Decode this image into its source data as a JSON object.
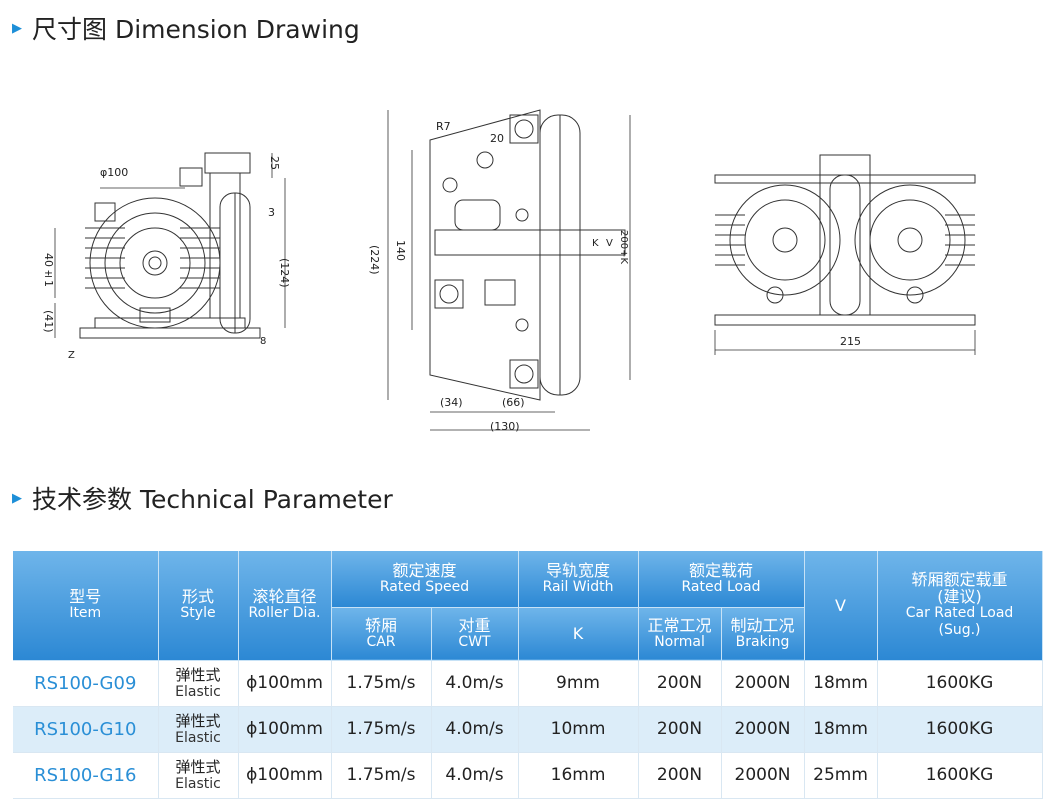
{
  "section1": {
    "marker": "▶",
    "title": "尺寸图 Dimension Drawing"
  },
  "section2": {
    "marker": "▶",
    "title": "技术参数 Technical Parameter"
  },
  "drawing_a": {
    "roller_label": "φ100",
    "dim_25": "25",
    "dim_3": "3",
    "dim_124": "(124)",
    "dim_40": "40±1",
    "dim_41": "(41)",
    "dim_8": "8",
    "dim_z": "Z"
  },
  "drawing_b": {
    "dim_r7": "R7",
    "dim_20": "20",
    "dim_224": "(224)",
    "dim_140": "140",
    "dim_k": "K",
    "dim_v": "V",
    "dim_200k": "200+K",
    "dim_34": "(34)",
    "dim_66": "(66)",
    "dim_130": "(130)"
  },
  "drawing_c": {
    "dim_215": "215"
  },
  "table": {
    "headers": {
      "item_zh": "型号",
      "item_en": "Item",
      "style_zh": "形式",
      "style_en": "Style",
      "roller_zh": "滚轮直径",
      "roller_en": "Roller Dia.",
      "speed_zh": "额定速度",
      "speed_en": "Rated Speed",
      "car_zh": "轿厢",
      "car_en": "CAR",
      "cwt_zh": "对重",
      "cwt_en": "CWT",
      "rail_zh": "导轨宽度",
      "rail_en": "Rail Width",
      "rail_k": "K",
      "load_zh": "额定载荷",
      "load_en": "Rated Load",
      "normal_zh": "正常工况",
      "normal_en": "Normal",
      "braking_zh": "制动工况",
      "braking_en": "Braking",
      "v": "V",
      "carload_zh1": "轿厢额定载重",
      "carload_zh2": "(建议)",
      "carload_en1": "Car Rated Load",
      "carload_en2": "(Sug.)"
    },
    "rows": [
      {
        "model": "RS100-G09",
        "style_zh": "弹性式",
        "style_en": "Elastic",
        "roller": "ϕ100mm",
        "car": "1.75m/s",
        "cwt": "4.0m/s",
        "k": "9mm",
        "normal": "200N",
        "braking": "2000N",
        "v": "18mm",
        "load": "1600KG"
      },
      {
        "model": "RS100-G10",
        "style_zh": "弹性式",
        "style_en": "Elastic",
        "roller": "ϕ100mm",
        "car": "1.75m/s",
        "cwt": "4.0m/s",
        "k": "10mm",
        "normal": "200N",
        "braking": "2000N",
        "v": "18mm",
        "load": "1600KG"
      },
      {
        "model": "RS100-G16",
        "style_zh": "弹性式",
        "style_en": "Elastic",
        "roller": "ϕ100mm",
        "car": "1.75m/s",
        "cwt": "4.0m/s",
        "k": "16mm",
        "normal": "200N",
        "braking": "2000N",
        "v": "25mm",
        "load": "1600KG"
      }
    ]
  }
}
